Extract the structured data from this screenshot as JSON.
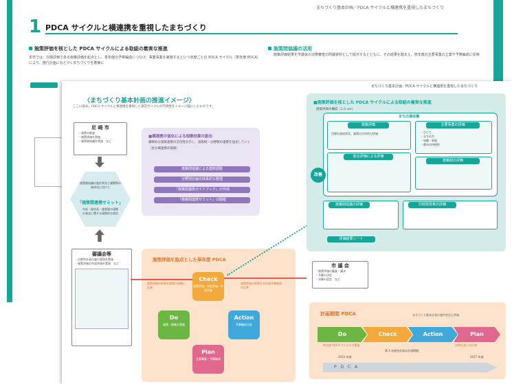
{
  "back_page": {
    "header": "まちづくり基本計画／PDCA サイクルと横連携を重視したまちづくり",
    "chapter_number": "1",
    "chapter_title": "PDCA サイクルと横連携を重視したまちづくり",
    "section1": "施策評価を核とした PDCA サイクルによる取組の着実な推進",
    "section1_text": "本市では、次期評価である施策評価を起点とし、意年度の予算編成につなげ、事業事業を実施するという年度ごとの PDCA サイクル（単年度 PDCA）により、施行計画にもとづくまちづくりを着実に",
    "section2": "施策間協議の活用",
    "section2_text": "施策評価結果を市議会の決算審査の附議資料として提示するとともに、その結果を踏まえ、意年度の主要事業の立案や予算編成に反映"
  },
  "front_page": {
    "header": "まちづくり基本計画／PDCA サイクルと横連携を重視したまちづくり",
    "title": "〈まちづくり基本計画の推進イメージ〉",
    "subtitle": "ここに組み、PDCA サイクルと横連携を重視した運営サイクルの円滑性をイメージ図にしたものです。",
    "city": {
      "title": "尼 崎 市",
      "items": [
        "・施策の推進",
        "・施策評価を実施",
        "・施策間協議を実施　など"
      ]
    },
    "summit": {
      "text": "施策間協議の進捗状況と課題等の具体化に向けた",
      "title": "「施策間連携サミット」",
      "desc": "市長・副市長・施策間の連携の強化に関する連携的な検討"
    },
    "council": {
      "title": "審議会等",
      "items": [
        "・分野別計画の進行管理を実施",
        "・施策評価の外部評価を実施　など"
      ]
    },
    "purple": {
      "header": "■横連携の強化による相乗効果の創出",
      "text": "横断的な施策連携の方向性を示し、施策間・分野間の連携を強化していく",
      "sub": "（主な横連携の取組）",
      "items": [
        "施策間協議による連携調整",
        "分野別計画の体系的な整理",
        "「施策間連携ガイドブック」の作成",
        "「施策間連携サミット」の開催"
      ]
    },
    "orange_title": "施策評価を起点とした単年度 PDCA",
    "check": {
      "label": "Check",
      "sub": "施策評価・市民評価・外部評価"
    },
    "do": {
      "label": "Do",
      "sub": "施策・事業の実施"
    },
    "action": {
      "label": "Action",
      "sub": "予算編成方針"
    },
    "plan": {
      "label": "Plan",
      "sub": "主要事業・予算編成"
    },
    "orange_left": "施策評価の結果を施策の改善に反映",
    "orange_right": "施策評価の結果を次年度予算編成の反映",
    "teal_panel": {
      "title": "■施策評価を核とした PDCA サイクルによる取組の着実な推進",
      "subtitle": "施策評価の構成（1.0 ver）",
      "inner_title": "まちの通信簿",
      "eval1": "施策評価",
      "eval1_text": "目標の達成状況、施策の方向性の評価",
      "eval2": "総合評価による評価",
      "eval3": "主要事業の評価",
      "eval3_items": [
        "・ひとり",
        "・まちの力",
        "・協働・参画",
        "・都市の持続性"
      ],
      "eval4": "施策間の評価",
      "eval5": "施策間協議の評価",
      "eval6": "行財政改革の評価",
      "bottom": "評価結果シート",
      "badge": "改善"
    },
    "council_right": {
      "title": "市 議 会",
      "items": [
        "・施策評価の審査・議決",
        "・予算の決定",
        "・決算の認定　など"
      ]
    },
    "long_pdca": {
      "title": "計画期間 PDCA",
      "note": "まちづくり基本計画の進捗状況と評価",
      "steps": [
        "Do",
        "Check",
        "Action",
        "Plan"
      ],
      "step_subs": [
        "単年度 PDCA サイクルの実施",
        "",
        "",
        "次期計画への反映"
      ],
      "years": [
        "2022 年度",
        "2027 年度"
      ],
      "period": "第 4 次総合計画の計画期間",
      "bar": "P D C A"
    }
  }
}
